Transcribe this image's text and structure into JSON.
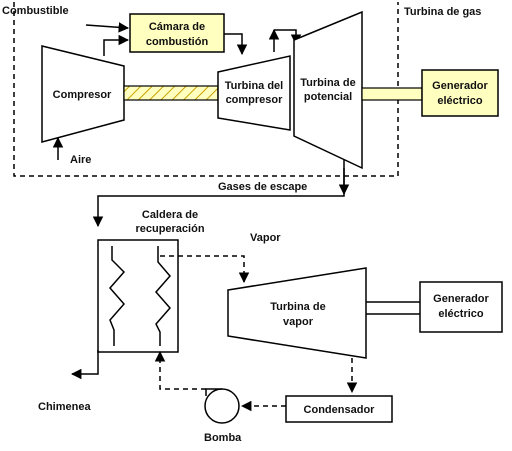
{
  "colors": {
    "fuel_box": "#ffffc0",
    "generator_box": "#ffffc0",
    "shaft_yellow": "#ffffc0",
    "shaft_hatch": "#c8a000",
    "line": "#000000",
    "background": "#ffffff"
  },
  "labels": {
    "combustible": "Combustible",
    "camara_line1": "Cámara de",
    "camara_line2": "combustión",
    "turbina_gas": "Turbina de gas",
    "compresor": "Compresor",
    "turbina_compresor_line1": "Turbina del",
    "turbina_compresor_line2": "compresor",
    "turbina_potencial_line1": "Turbina de",
    "turbina_potencial_line2": "potencial",
    "generador1_line1": "Generador",
    "generador1_line2": "eléctrico",
    "aire": "Aire",
    "gases_escape": "Gases de escape",
    "caldera_line1": "Caldera de",
    "caldera_line2": "recuperación",
    "vapor": "Vapor",
    "turbina_vapor_line1": "Turbina de",
    "turbina_vapor_line2": "vapor",
    "generador2_line1": "Generador",
    "generador2_line2": "eléctrico",
    "chimenea": "Chimenea",
    "condensador": "Condensador",
    "bomba": "Bomba"
  }
}
